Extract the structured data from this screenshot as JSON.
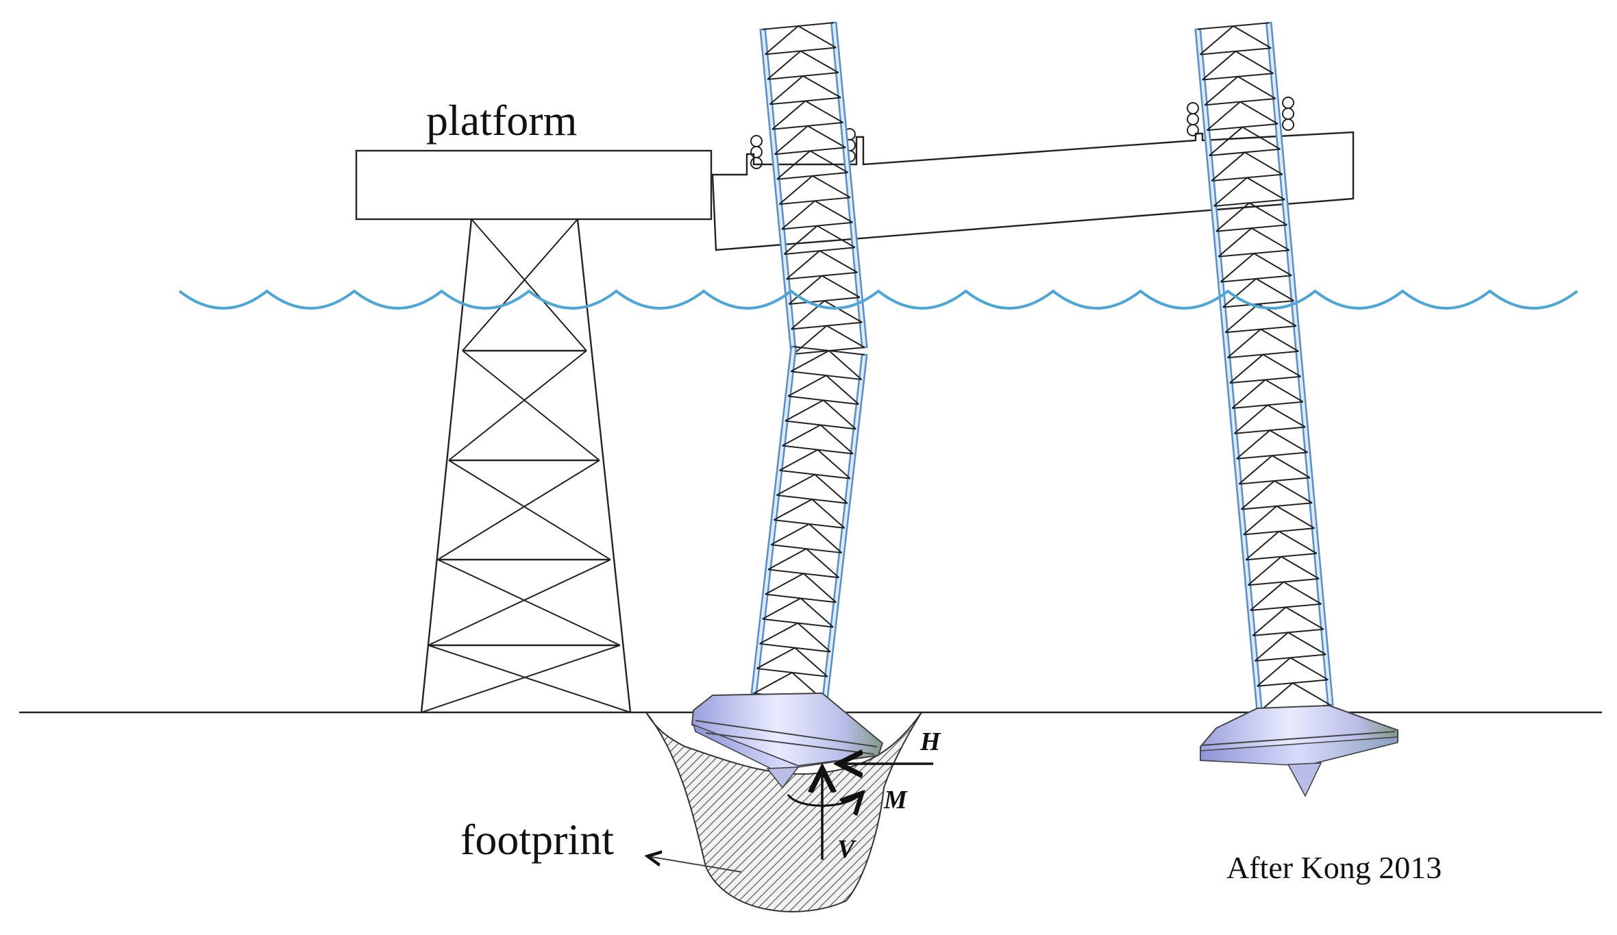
{
  "labels": {
    "platform": "platform",
    "footprint": "footprint",
    "credit": "After Kong 2013",
    "horizontal_load": "H",
    "moment": "M",
    "vertical_load": "V"
  },
  "colors": {
    "water": "#4ea6d6",
    "leg_chord": "#5b8fc8",
    "spudcan_light": "#e6eaff",
    "spudcan_dark": "#7a80c8",
    "footprint_hatch": "#555555",
    "structure": "#222222"
  }
}
